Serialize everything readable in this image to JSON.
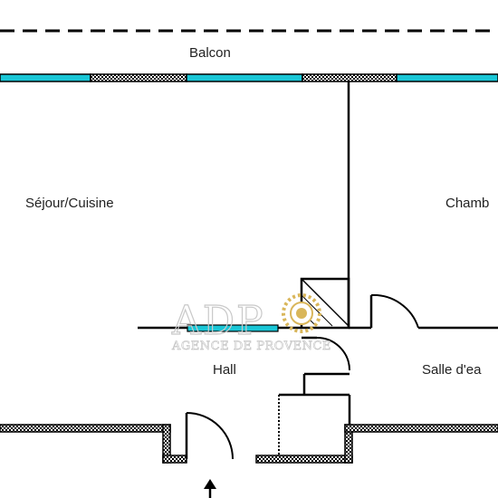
{
  "rooms": {
    "balcony": "Balcon",
    "living_kitchen": "Séjour/Cuisine",
    "bedroom": "Chamb",
    "hall": "Hall",
    "shower_room": "Salle d'ea"
  },
  "watermark": {
    "logo_letters": "ADP",
    "agency_name": "AGENCE DE PROVENCE"
  },
  "colors": {
    "wall": "#000000",
    "window_glass": "#19c6d6",
    "sun_logo": "#d9b65a",
    "watermark": "#c9c9c9",
    "background": "#ffffff"
  },
  "icons": [
    "entrance-arrow-icon",
    "sun-logo-icon"
  ]
}
